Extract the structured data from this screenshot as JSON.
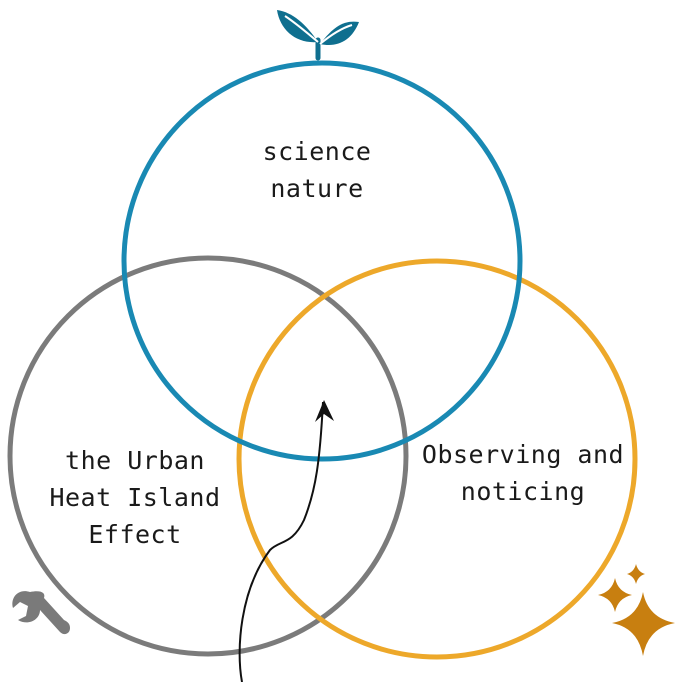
{
  "circles": [
    {
      "name": "science-nature",
      "color": "#1989b3",
      "lines": [
        "science",
        "nature"
      ]
    },
    {
      "name": "urban-heat-island",
      "color": "#7b7b7b",
      "lines": [
        "the Urban",
        "Heat Island",
        "Effect"
      ]
    },
    {
      "name": "observing-noticing",
      "color": "#eda82a",
      "lines": [
        "Observing and",
        "noticing"
      ]
    }
  ],
  "icons": {
    "leaf": {
      "name": "sprout-icon",
      "color": "#0f6f8f"
    },
    "wrench": {
      "name": "wrench-icon",
      "color": "#7a7a7a"
    },
    "sparkle": {
      "name": "sparkle-icon",
      "color": "#c87f10"
    }
  },
  "arrow_color": "#111111"
}
